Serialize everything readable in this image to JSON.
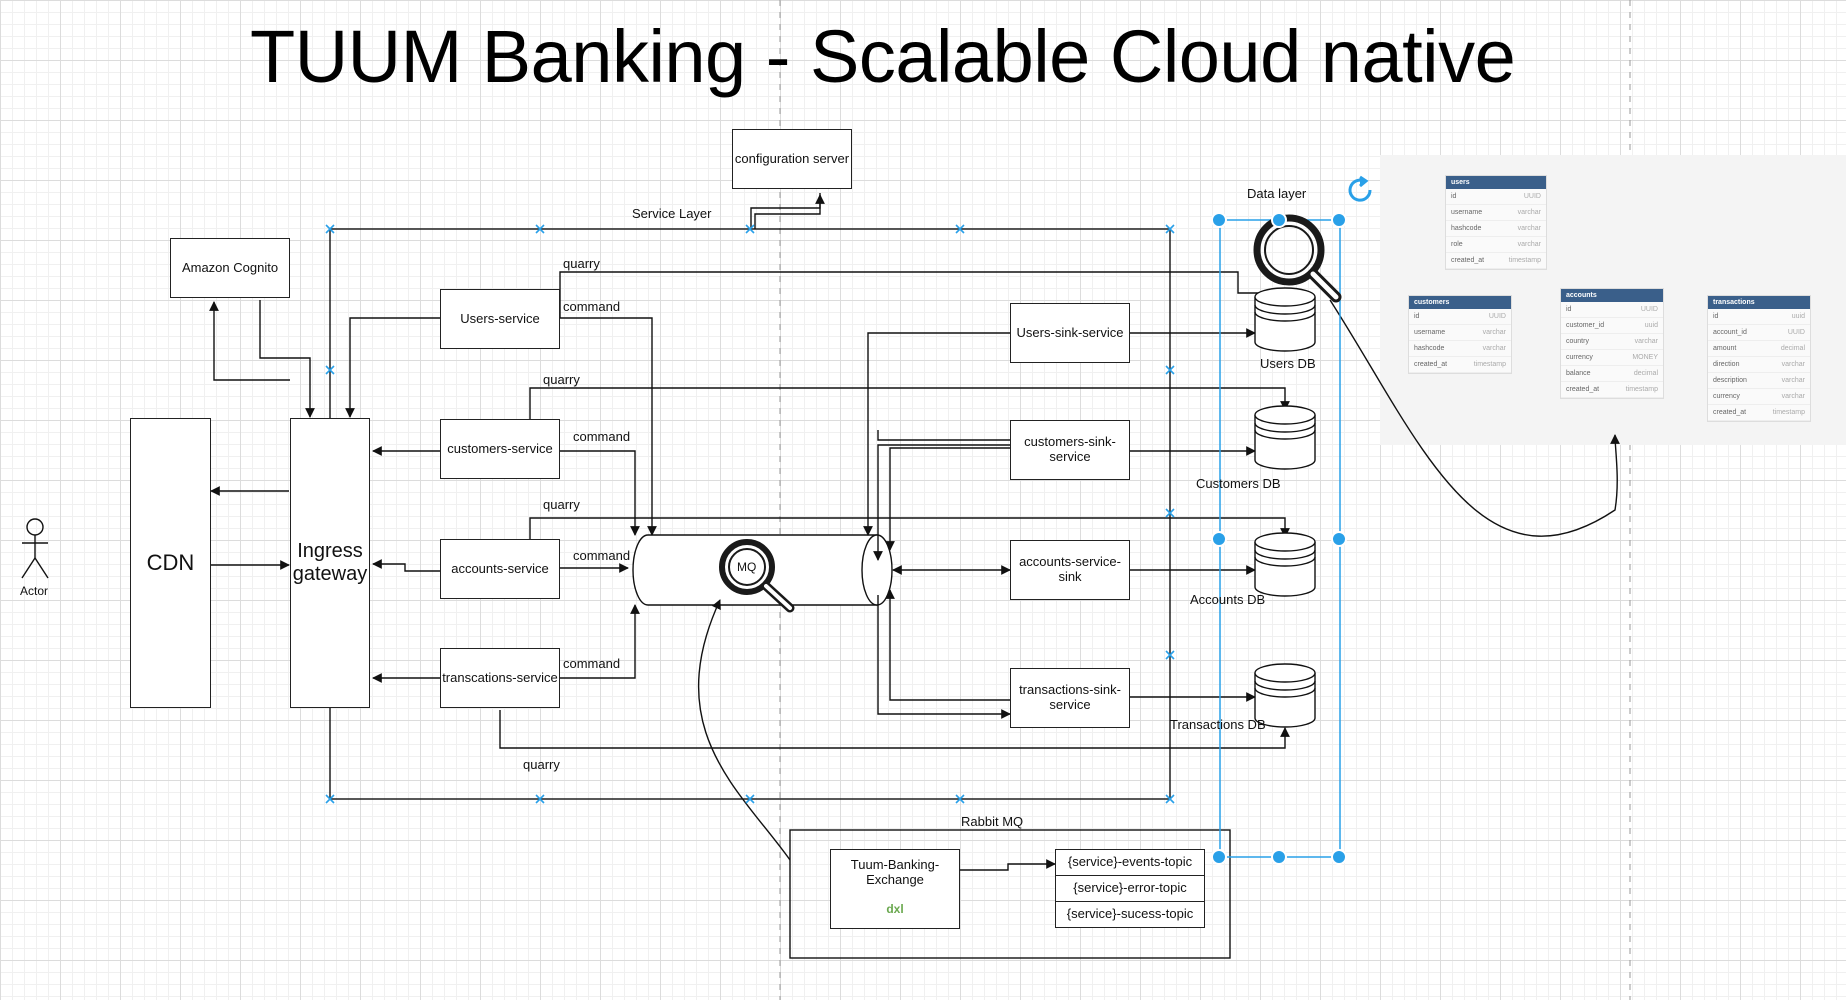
{
  "title": "TUUM Banking - Scalable Cloud native",
  "actor": {
    "label": "Actor"
  },
  "cdn": {
    "label": "CDN"
  },
  "ingress": {
    "label": "Ingress gateway"
  },
  "cognito": {
    "label": "Amazon Cognito"
  },
  "config_server": {
    "label": "configuration server"
  },
  "service_layer": {
    "label": "Service Layer"
  },
  "data_layer": {
    "label": "Data layer"
  },
  "services": [
    {
      "label": "Users-service"
    },
    {
      "label": "customers-service"
    },
    {
      "label": "accounts-service"
    },
    {
      "label": "transcations-service"
    }
  ],
  "sinks": [
    {
      "label": "Users-sink-service"
    },
    {
      "label": "customers-sink-service"
    },
    {
      "label": "accounts-service-sink"
    },
    {
      "label": "transactions-sink-service"
    }
  ],
  "databases": [
    {
      "label": "Users DB"
    },
    {
      "label": "Customers DB"
    },
    {
      "label": "Accounts DB"
    },
    {
      "label": "Transactions DB"
    }
  ],
  "edge_labels": {
    "query": "quarry",
    "command": "command"
  },
  "mq": {
    "label": "MQ"
  },
  "rabbit": {
    "label": "Rabbit MQ",
    "exchange": "Tuum-Banking-Exchange",
    "exchange_tag": "dxl",
    "topics": [
      "{service}-events-topic",
      "{service}-error-topic",
      "{service}-sucess-topic"
    ]
  },
  "erd": {
    "tables": [
      {
        "name": "users",
        "rows": [
          [
            "id",
            "UUID"
          ],
          [
            "username",
            "varchar"
          ],
          [
            "hashcode",
            "varchar"
          ],
          [
            "role",
            "varchar"
          ],
          [
            "created_at",
            "timestamp"
          ]
        ]
      },
      {
        "name": "customers",
        "rows": [
          [
            "id",
            "UUID"
          ],
          [
            "username",
            "varchar"
          ],
          [
            "hashcode",
            "varchar"
          ],
          [
            "created_at",
            "timestamp"
          ]
        ]
      },
      {
        "name": "accounts",
        "rows": [
          [
            "id",
            "UUID"
          ],
          [
            "customer_id",
            "uuid"
          ],
          [
            "country",
            "varchar"
          ],
          [
            "currency",
            "MONEY"
          ],
          [
            "balance",
            "decimal"
          ],
          [
            "created_at",
            "timestamp"
          ]
        ]
      },
      {
        "name": "transactions",
        "rows": [
          [
            "id",
            "uuid"
          ],
          [
            "account_id",
            "UUID"
          ],
          [
            "amount",
            "decimal"
          ],
          [
            "direction",
            "varchar"
          ],
          [
            "description",
            "varchar"
          ],
          [
            "currency",
            "varchar"
          ],
          [
            "created_at",
            "timestamp"
          ]
        ]
      }
    ]
  },
  "colors": {
    "selection": "#29a0e8",
    "erd_header": "#3a5f8a",
    "dxl": "#6aa84f"
  }
}
